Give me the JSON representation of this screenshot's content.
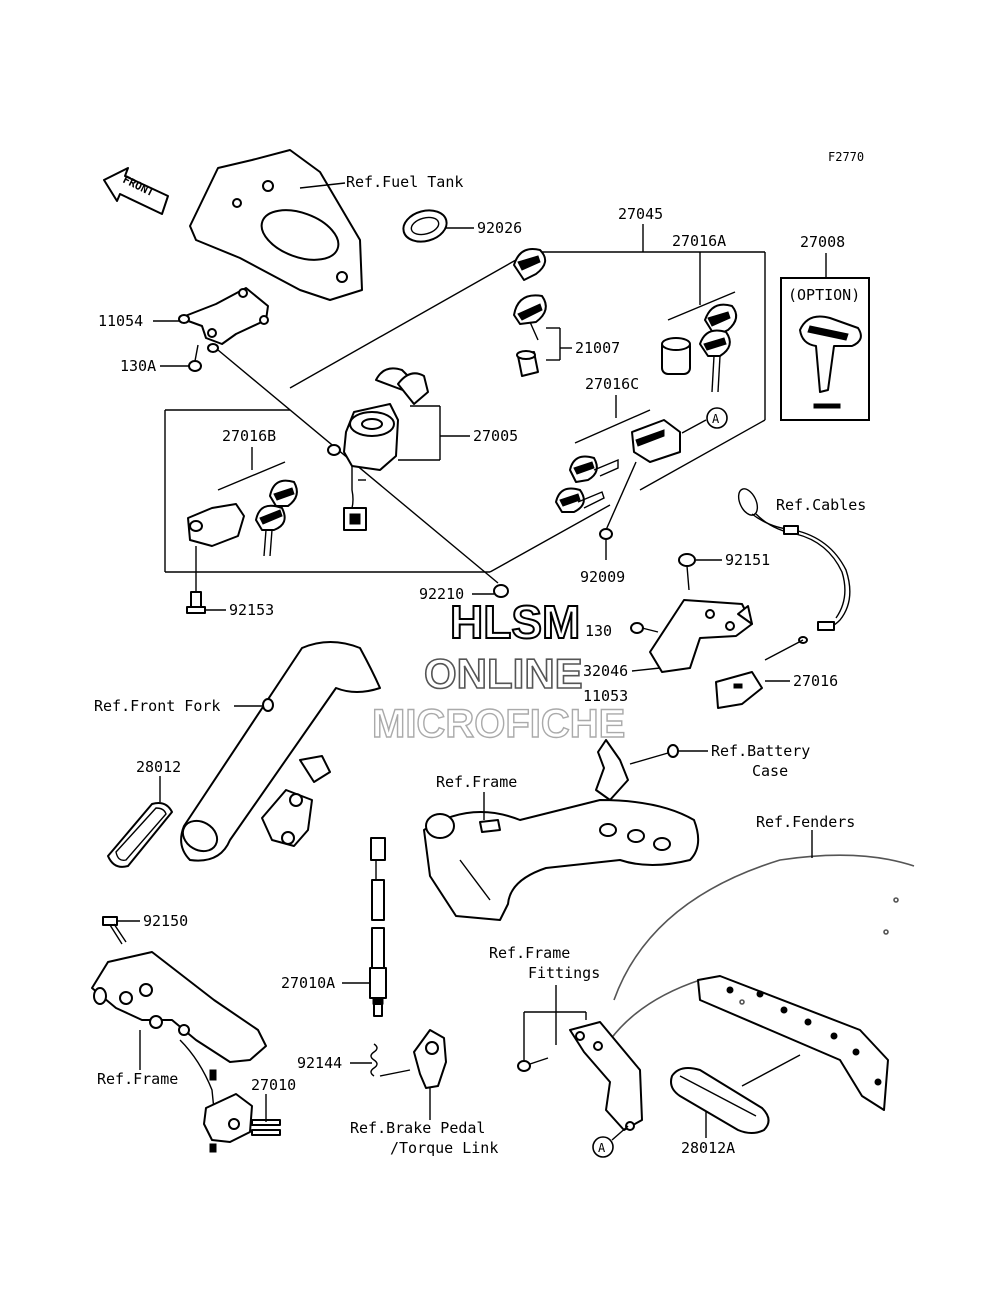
{
  "figure_code": "F2770",
  "front_arrow": "FRONT",
  "option_box": {
    "label": "(OPTION)"
  },
  "watermark": {
    "line1": "HLSM",
    "line2": "ONLINE",
    "line3": "MICROFICHE"
  },
  "callouts": {
    "ref_fuel_tank": "Ref.Fuel Tank",
    "p92026": "92026",
    "p27045": "27045",
    "p27008": "27008",
    "p27016A": "27016A",
    "p21007": "21007",
    "p11054": "11054",
    "p130A": "130A",
    "p27005": "27005",
    "p27016C": "27016C",
    "circle_a_top": "A",
    "p27016B": "27016B",
    "ref_cables": "Ref.Cables",
    "p92009": "92009",
    "p92151": "92151",
    "p92210": "92210",
    "p92153": "92153",
    "p130": "130",
    "p32046": "32046",
    "p11053": "11053",
    "p27016": "27016",
    "ref_front_fork": "Ref.Front Fork",
    "ref_battery_case_1": "Ref.Battery",
    "ref_battery_case_2": "Case",
    "p28012": "28012",
    "ref_frame_mid": "Ref.Frame",
    "ref_fenders": "Ref.Fenders",
    "p92150": "92150",
    "ref_frame_fittings_1": "Ref.Frame",
    "ref_frame_fittings_2": "Fittings",
    "p27010A": "27010A",
    "p92144": "92144",
    "ref_frame_low": "Ref.Frame",
    "p27010": "27010",
    "ref_brake_pedal_1": "Ref.Brake Pedal",
    "ref_brake_pedal_2": "/Torque Link",
    "circle_a_bottom": "A",
    "p28012A": "28012A"
  }
}
